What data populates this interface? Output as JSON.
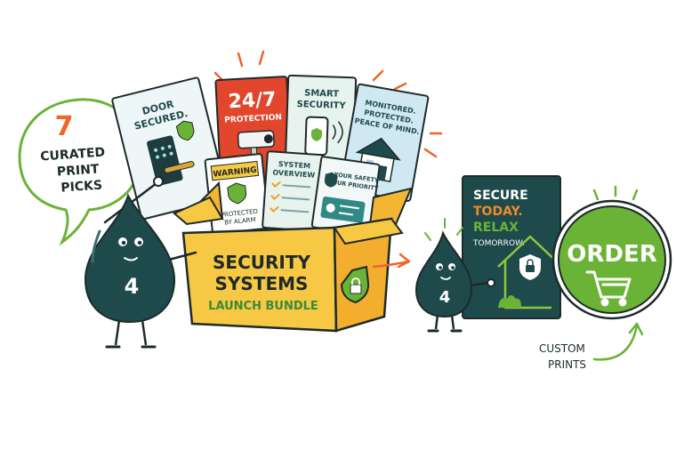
{
  "bubble": {
    "number": "7",
    "line1": "CURATED",
    "line2": "PRINT",
    "line3": "PICKS"
  },
  "posters": {
    "door": {
      "line1": "DOOR",
      "line2": "SECURED."
    },
    "protection": {
      "line1": "24/7",
      "line2": "PROTECTION"
    },
    "smart": {
      "line1": "SMART",
      "line2": "SECURITY"
    },
    "monitored": {
      "line1": "MONITORED.",
      "line2": "PROTECTED.",
      "line3": "PEACE OF MIND."
    },
    "warning": {
      "title": "WARNING",
      "line1": "PROTECTED",
      "line2": "BY ALARM"
    },
    "overview": {
      "line1": "SYSTEM",
      "line2": "OVERVIEW"
    },
    "priority": {
      "line1": "YOUR SAFETY",
      "line2": "OUR PRIORITY"
    }
  },
  "box": {
    "line1": "SECURITY",
    "line2": "SYSTEMS",
    "line3": "LAUNCH BUNDLE"
  },
  "mascot": {
    "left_label": "4",
    "right_label": "4"
  },
  "panel": {
    "word1": "SECURE",
    "word2": "TODAY.",
    "word3": "RELAX",
    "word4": "TOMORROW."
  },
  "order_button": {
    "label": "ORDER"
  },
  "caption": {
    "line1": "CUSTOM",
    "line2": "PRINTS"
  },
  "colors": {
    "teal": "#1e4a4c",
    "green": "#6bb336",
    "box_yellow": "#f7c843",
    "orange": "#f0652a",
    "red": "#e2462c",
    "orange_text": "#f08a2c"
  }
}
